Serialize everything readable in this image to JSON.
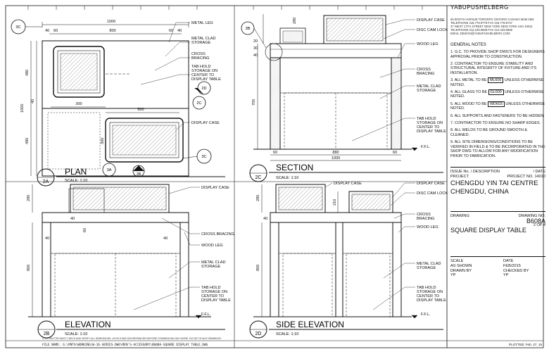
{
  "dims": {
    "plan_overall": "1000",
    "plan_inner": "800",
    "plan_w40a": "40",
    "plan_w60a": "60",
    "plan_w60b": "60",
    "plan_w40b": "40",
    "plan_h480a": "480",
    "plan_h1000": "1000",
    "plan_h480b": "480",
    "plan_h40": "40",
    "plan_300": "300",
    "plan_500": "500",
    "plan_300v": "300",
    "sec_280": "280",
    "sec_20": "20",
    "sec_30": "30",
    "sec_40": "40",
    "sec_705": "705",
    "sec_60a": "60",
    "sec_880": "880",
    "sec_60b": "60",
    "sec_1000": "1000",
    "elev_280": "280",
    "elev_40a": "40",
    "elev_60": "60",
    "elev_40b": "40",
    "elev_40c": "40",
    "elev_800": "800",
    "side_280": "280",
    "side_210": "210",
    "side_40": "40",
    "side_800": "800"
  },
  "labels": {
    "metal_leg": "METAL LEG",
    "metal_clad": "METAL CLAD",
    "storage": "STORAGE",
    "cross": "CROSS",
    "bracing": "BRACING",
    "tab_hold": "TAB HOLD",
    "storage_on": "STORAGE ON",
    "center_to": "CENTER TO",
    "display_table": "DISPLAY TABLE",
    "display_case": "DISPLAY CASE",
    "disc_cam_lock": "DISC CAM LOCK",
    "wood_leg": "WOOD LEG",
    "cross_bracing": "CROSS BRACING",
    "ffl": "F.F.L."
  },
  "views": {
    "plan": {
      "title": "PLAN",
      "id": "2A",
      "scale": "SCALE: 1:10"
    },
    "section": {
      "title": "SECTION",
      "id": "2C",
      "scale": "SCALE: 1:10"
    },
    "elevation": {
      "title": "ELEVATION",
      "id": "2B",
      "scale": "SCALE: 1:10"
    },
    "side": {
      "title": "SIDE ELEVATION",
      "id": "2D",
      "scale": "SCALE: 1:10"
    }
  },
  "markers": {
    "m3c_a": "3C",
    "m3b": "3B",
    "m2d": "2D",
    "m2c": "2C",
    "m3c_b": "3C",
    "m3a": "3A",
    "m2b": "2B"
  },
  "footer": {
    "disclaimer": "CONTRACTOR MUST CHECK AND VERIFY ALL DIMENSIONS, LEVELS AND DISCREPANCIES BEFORE COMMENCING ANY WORK. DO NOT SCALE DRAWINGS.",
    "file_name": "FILE NAME: G:\\PNTA\\WORKING\\W-16-SERIES-DWG\\MEN'S-ACCESSORY\\B608A-SQUARE DISPLAY TABLE.DWG",
    "plotted": "PLOTTED: Feb. 27, 15"
  },
  "title_block": {
    "brand": "YABUPUSHELBERG",
    "addr1": "55 BOOTH AVENUE TORONTO ONTARIO CANADA M4M 2M3 TELEPHONE 416.778.9779 FAX 416.778.9747",
    "addr2": "37 WEST 17TH STREET NEW YORK NEW YORK USA 10011 TELEPHONE 212.229.0859 FAX 212.229.0866",
    "email": "EMAIL DESIGN@YABUPUSHELBERG.COM",
    "notes_heading": "GENERAL NOTES",
    "note1": "1. G.C. TO PROVIDE SHOP DWG'S FOR DESIGNERS APPROVAL PRIOR TO CONSTRUCTION.",
    "note2": "2. CONTRACTOR TO ENSURE STABILITY AND STRUCTURAL INTEGRITY OF FIXTURE AND ITS INSTALLATION.",
    "note3_pre": "3. ALL METAL TO BE",
    "note3_tag": "ML606",
    "note3_post": "UNLESS OTHERWISE NOTED.",
    "note4_pre": "4. ALL GLASS TO BE",
    "note4_tag": "GL600",
    "note4_post": "UNLESS OTHERWISE NOTED.",
    "note5_pre": "5. ALL WOOD TO BE",
    "note5_tag": "WD603",
    "note5_post": "UNLESS OTHERWISE NOTED.",
    "note6": "6. ALL SUPPORTS AND FASTENERS TO BE HIDDEN.",
    "note7": "7. CONTRACTOR TO ENSURE NO SHARP EDGES.",
    "note8": "8. ALL WELDS TO BE GROUND SMOOTH & CLEANED.",
    "note9": "9. ALL SITE DIMENSIONS/CONDITIONS TO BE VERIFIED IN FIELD & TO BE INCORPORATED IN THE SHOP DWG TO ALLOW FOR ANY MODIFICATION PRIOR TO FABRICATION.",
    "issue_label": "ISSUE No. / DESCRIPTION",
    "date_label": "/ DATE",
    "project_label": "PROJECT",
    "project_no_label": "PROJECT NO.",
    "project_no": "14010",
    "project_name1": "CHENGDU YIN TAI CENTRE",
    "project_name2": "CHENGDU, CHINA",
    "drawing_label": "DRAWING",
    "drawing_no_label": "DRAWING NO.",
    "drawing_no": "B608A",
    "sheet_of": "2 OF 4",
    "drawing_title": "SQUARE DISPLAY TABLE",
    "scale_label": "SCALE",
    "scale_val": "AS SHOWN",
    "date_h": "DATE",
    "date_val": "FEB/2015",
    "drawn_label": "DRAWN BY",
    "drawn_val": "YP",
    "checked_label": "CHECKED BY",
    "checked_val": "YP"
  }
}
